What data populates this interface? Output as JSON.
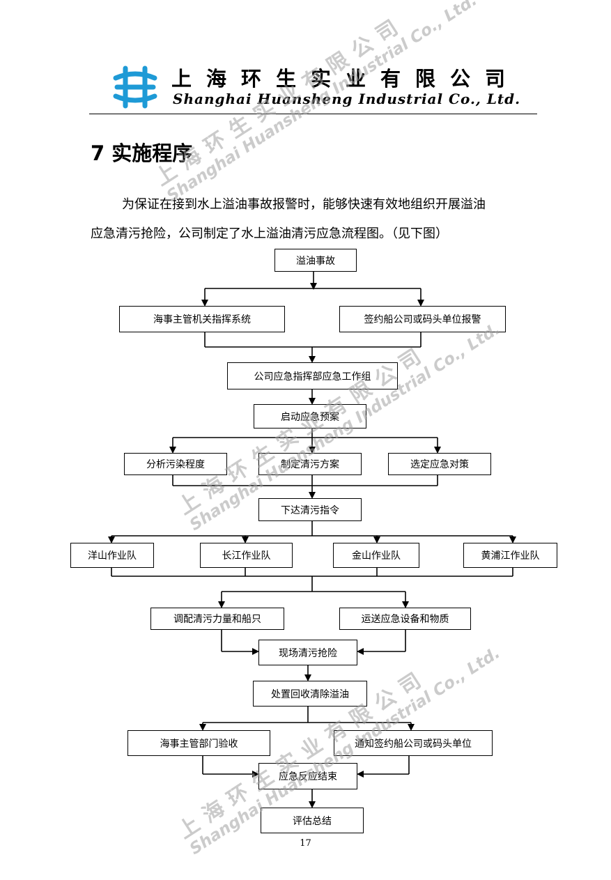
{
  "header": {
    "company_cn": "上海环生实业有限公司",
    "company_en": "Shanghai Huansheng Industrial Co., Ltd.",
    "logo_icon": "company-logo-icon",
    "brand_color": "#1e9ad6"
  },
  "section": {
    "title": "7 实施程序",
    "paragraph_line1": "为保证在接到水上溢油事故报警时，能够快速有效地组织开展溢油",
    "paragraph_line2": "应急清污抢险，公司制定了水上溢油清污应急流程图。（见下图）"
  },
  "flowchart": {
    "incident": "溢油事故",
    "maritime_command": "海事主管机关指挥系统",
    "report": "签约船公司或码头单位报警",
    "company_team": "公司应急指挥部应急工作组",
    "start_plan": "启动应急预案",
    "analyze": "分析污染程度",
    "make_plan": "制定清污方案",
    "select": "选定应急对策",
    "issue_order": "下达清污指令",
    "team_yangshan": "洋山作业队",
    "team_changjiang": "长江作业队",
    "team_jinshan": "金山作业队",
    "team_huangpu": "黄浦江作业队",
    "dispatch": "调配清污力量和船只",
    "transport": "运送应急设备和物质",
    "onsite": "现场清污抢险",
    "recover": "处置回收清除溢油",
    "acceptance": "海事主管部门验收",
    "notify": "通知签约船公司或码头单位",
    "end": "应急反应结束",
    "evaluate": "评估总结"
  },
  "watermark": {
    "cn": "上海环生实业有限公司",
    "en": "Shanghai Huansheng Industrial Co., Ltd."
  },
  "page_number": "17"
}
